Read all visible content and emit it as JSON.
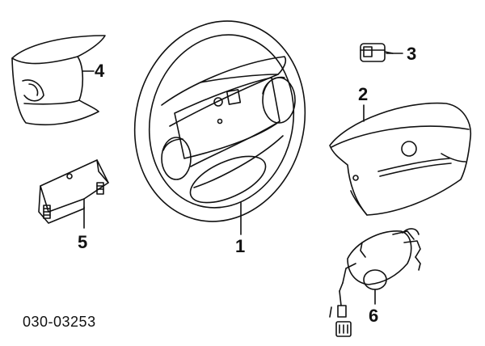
{
  "diagram": {
    "part_number": "030-03253",
    "callouts": {
      "steering_wheel": "1",
      "driver_airbag": "2",
      "switch": "3",
      "horn_pad_cover": "4",
      "bracket": "5",
      "ignition_lock": "6"
    }
  },
  "colors": {
    "line": "#111111",
    "background": "#ffffff"
  }
}
